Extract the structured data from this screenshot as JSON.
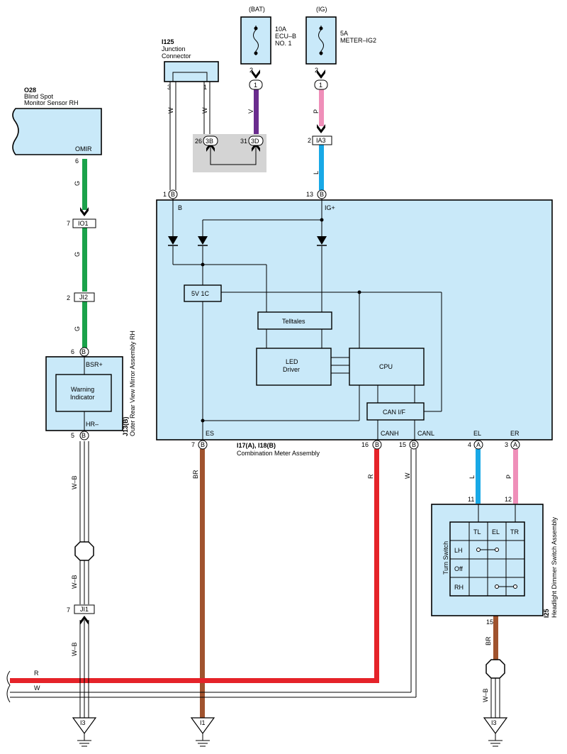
{
  "sources": {
    "bat": {
      "label": "(BAT)",
      "fuse_amp": "10A",
      "fuse_name1": "ECU–B",
      "fuse_name2": "NO. 1",
      "pin": "2",
      "conn": "1",
      "wire": "V"
    },
    "ig": {
      "label": "(IG)",
      "fuse_amp": "5A",
      "fuse_name": "METER–IG2",
      "pin": "2",
      "conn": "1",
      "wire": "P",
      "jconn": "IA3",
      "jpin": "2",
      "wire2": "L"
    }
  },
  "junction": {
    "code": "I125",
    "name1": "Junction",
    "name2": "Connector",
    "pin3": "3",
    "pin1": "1",
    "wire3": "W",
    "wire1": "W",
    "c26": "26",
    "c26_label": "3B",
    "c31": "31",
    "c31_label": "3D"
  },
  "sensor": {
    "code": "O28",
    "name1": "Blind Spot",
    "name2": "Monitor Sensor RH",
    "terminal": "OMIR",
    "pin": "6",
    "wire": "G"
  },
  "left_conns": {
    "io1": "IO1",
    "io1_pin": "7",
    "ji2": "JI2",
    "ji2_pin": "2",
    "wire2": "G",
    "wire3": "G",
    "ji1": "JI1",
    "ji1_pin": "7"
  },
  "mirror": {
    "code": "J13(B)",
    "name": "Outer Rear View Mirror Assembly RH",
    "pin_top": "6",
    "pin_top_letter": "B",
    "term_top": "BSR+",
    "indicator1": "Warning",
    "indicator2": "Indicator",
    "term_bottom": "HR–",
    "pin_bottom": "5",
    "pin_bottom_letter": "B",
    "wire": "W–B"
  },
  "meter": {
    "code": "I17(A), I18(B)",
    "name": "Combination Meter Assembly",
    "pin_b": "1",
    "pin_b_letter": "B",
    "term_b": "B",
    "pin_ig": "13",
    "pin_ig_letter": "B",
    "term_ig": "IG+",
    "reg": "5V 1C",
    "telltales": "Telltales",
    "led1": "LED",
    "led2": "Driver",
    "cpu": "CPU",
    "can": "CAN I/F",
    "pin_es": "7",
    "pin_es_letter": "B",
    "term_es": "ES",
    "pin_canh": "16",
    "pin_canh_letter": "B",
    "term_canh": "CANH",
    "pin_canl": "15",
    "pin_canl_letter": "B",
    "term_canl": "CANL",
    "pin_el": "4",
    "pin_el_letter": "A",
    "term_el": "EL",
    "pin_er": "3",
    "pin_er_letter": "A",
    "term_er": "ER",
    "wire_es": "BR",
    "wire_canh": "R",
    "wire_canl": "W",
    "wire_el": "L",
    "wire_er": "P"
  },
  "switch": {
    "code": "I25",
    "name": "Headlight Dimmer Switch Assembly",
    "inner": "Turn Switch",
    "pin11": "11",
    "pin12": "12",
    "pin15": "15",
    "col1": "TL",
    "col2": "EL",
    "col3": "TR",
    "row1": "LH",
    "row2": "Off",
    "row3": "RH",
    "wire_out": "BR",
    "wire_out2": "W–B"
  },
  "bus": {
    "r": "R",
    "w": "W"
  },
  "grounds": {
    "g1": "I3",
    "g2": "I1",
    "g3": "I3"
  },
  "colors": {
    "green": "#1aa24a",
    "purple": "#6a2c8e",
    "pink": "#ef8fb9",
    "blue": "#18a8e6",
    "brown": "#a0532e",
    "red": "#e52329",
    "fill": "#c9e9f9"
  }
}
